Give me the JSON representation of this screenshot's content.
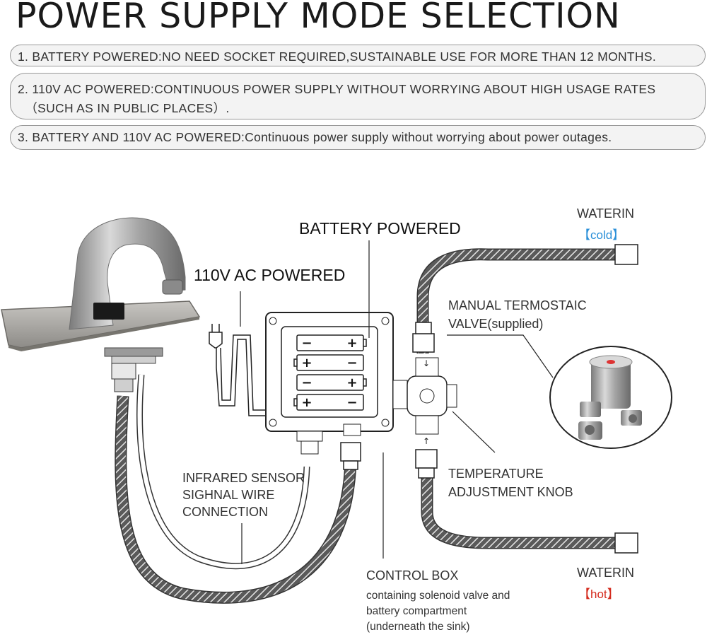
{
  "title": "POWER SUPPLY MODE SELECTION",
  "modes": [
    {
      "line1": "1.  BATTERY POWERED:NO NEED SOCKET REQUIRED,SUSTAINABLE USE FOR MORE THAN 12 MONTHS."
    },
    {
      "line1": "2. 110V AC POWERED:CONTINUOUS POWER SUPPLY WITHOUT WORRYING ABOUT HIGH USAGE RATES",
      "line2": "  （SUCH AS IN PUBLIC PLACES）."
    },
    {
      "line1": "3. BATTERY AND 110V AC POWERED:Continuous power supply without worrying about power outages."
    }
  ],
  "diagram": {
    "battery_powered": "BATTERY POWERED",
    "ac_powered": "110V AC POWERED",
    "water_in_cold": {
      "label": "WATERIN",
      "tag": "【cold】"
    },
    "water_in_hot": {
      "label": "WATERIN",
      "tag": "【hot】"
    },
    "manual_valve": {
      "line1": "MANUAL TERMOSTAIC",
      "line2": "VALVE(supplied)"
    },
    "temperature_knob": {
      "line1": "TEMPERATURE",
      "line2": "ADJUSTMENT KNOB"
    },
    "infrared_sensor": {
      "line1": "INFRARED SENSOR",
      "line2": "SIGHNAL WIRE",
      "line3": "CONNECTION"
    },
    "control_box": {
      "line1": "CONTROL BOX",
      "line2": "containing solenoid valve and",
      "line3": "battery compartment",
      "line4": "(underneath the sink)"
    },
    "battery_signs": [
      "−",
      "+",
      "+",
      "−",
      "−",
      "+",
      "+",
      "−"
    ],
    "colors": {
      "cold": "#2a8fd8",
      "hot": "#d42b1e"
    }
  }
}
